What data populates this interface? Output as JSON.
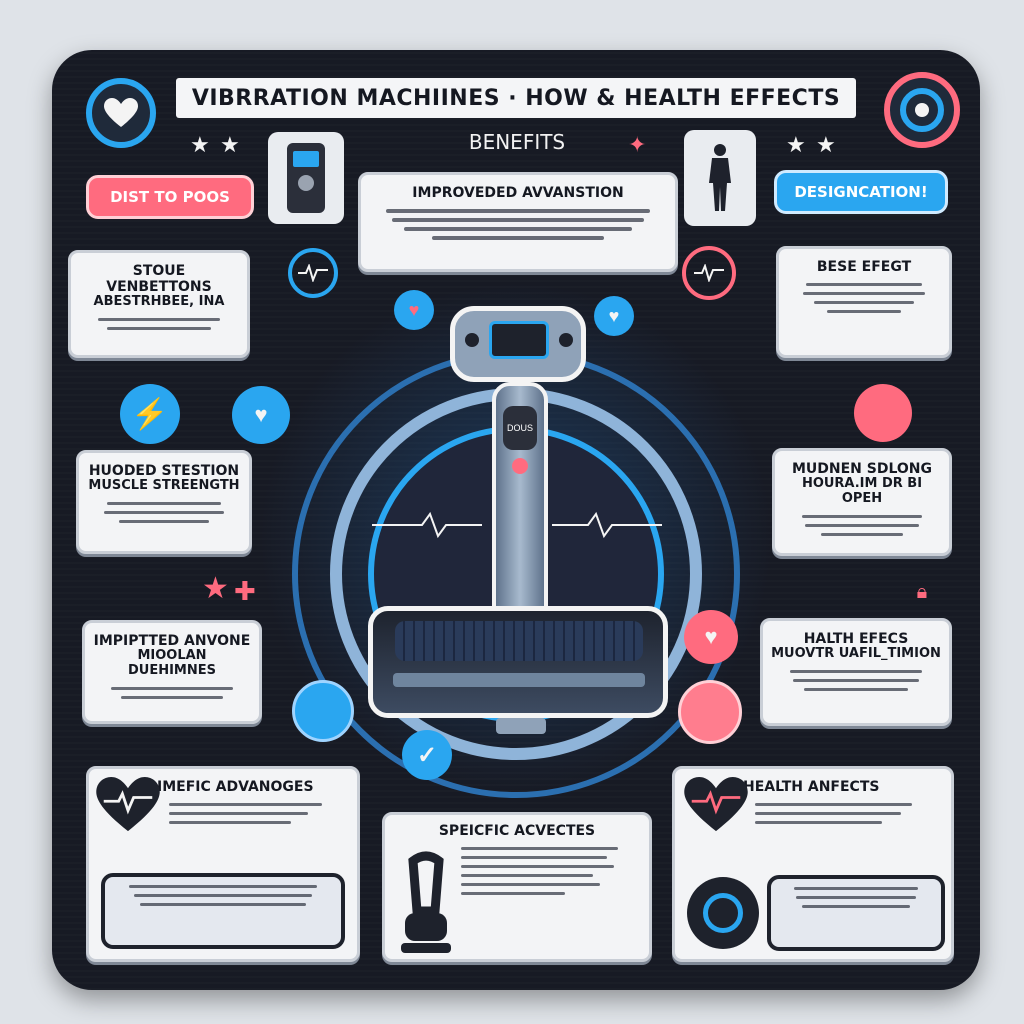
{
  "header": {
    "title": "VIBRRATION MACHIINES · HOW & HEALTH EFFECTS",
    "subtitle": "BENEFITS"
  },
  "pills": {
    "left": "DIST TO POOS",
    "right": "DESIGNCATION!"
  },
  "cards": {
    "top_center": "IMPROVEDED AVVANSTION",
    "left1": [
      "STOUE VENBETTONS",
      "ABESTRHBEE, INA"
    ],
    "left2": [
      "HUODED STESTION",
      "MUSCLE STREENGTH"
    ],
    "left3": [
      "IMPIPTTED ANVONE",
      "MIOOLAN DUEHIMNES"
    ],
    "right1": [
      "BESE EFEGT"
    ],
    "right2": [
      "MUDNEN SDLONG",
      "HOURA.IM DR BI OPEH"
    ],
    "right3": [
      "HALTH EFECS",
      "MUOVTR UAFIL_TIMION"
    ],
    "bottom_left": "IMEFIC ADVANOGES",
    "bottom_center": "SPEICFIC ACVECTES",
    "bottom_right": "HEALTH ANFECTS"
  },
  "machine_label": "DOUS",
  "colors": {
    "background": "#171a24",
    "blue": "#2aa6f0",
    "pink": "#ff6b7f",
    "card": "#f3f4f6"
  },
  "icons": [
    "heart-icon",
    "target-icon",
    "star-icon",
    "body-figure-icon",
    "remote-icon",
    "heartbeat-icon",
    "lightning-icon",
    "globe-icon",
    "lock-icon",
    "kettlebell-icon",
    "check-icon",
    "camera-icon"
  ]
}
